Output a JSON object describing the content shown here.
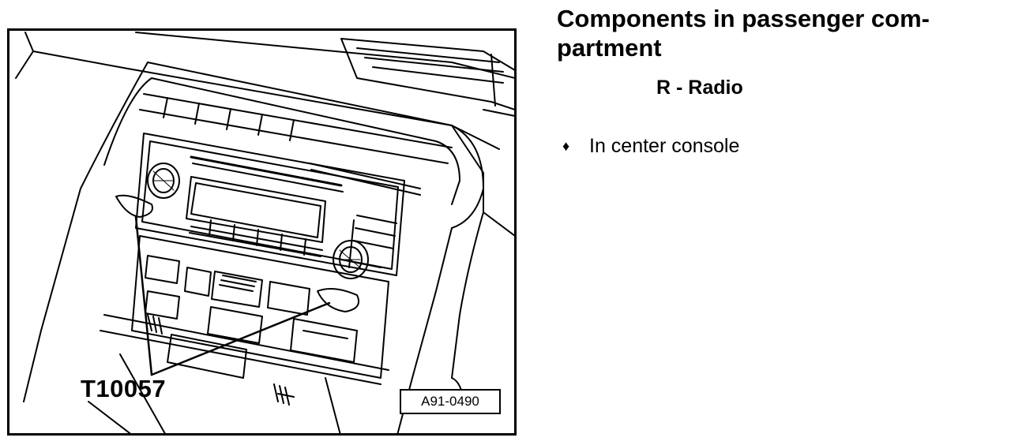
{
  "header": {
    "title": "Components in passenger com-partment",
    "subtitle": "R - Radio"
  },
  "bullets": [
    {
      "icon": "diamond-bullet-icon",
      "glyph": "♦",
      "text": "In center console"
    }
  ],
  "figure": {
    "tool_label": "T10057",
    "figure_id": "A91-0490"
  }
}
